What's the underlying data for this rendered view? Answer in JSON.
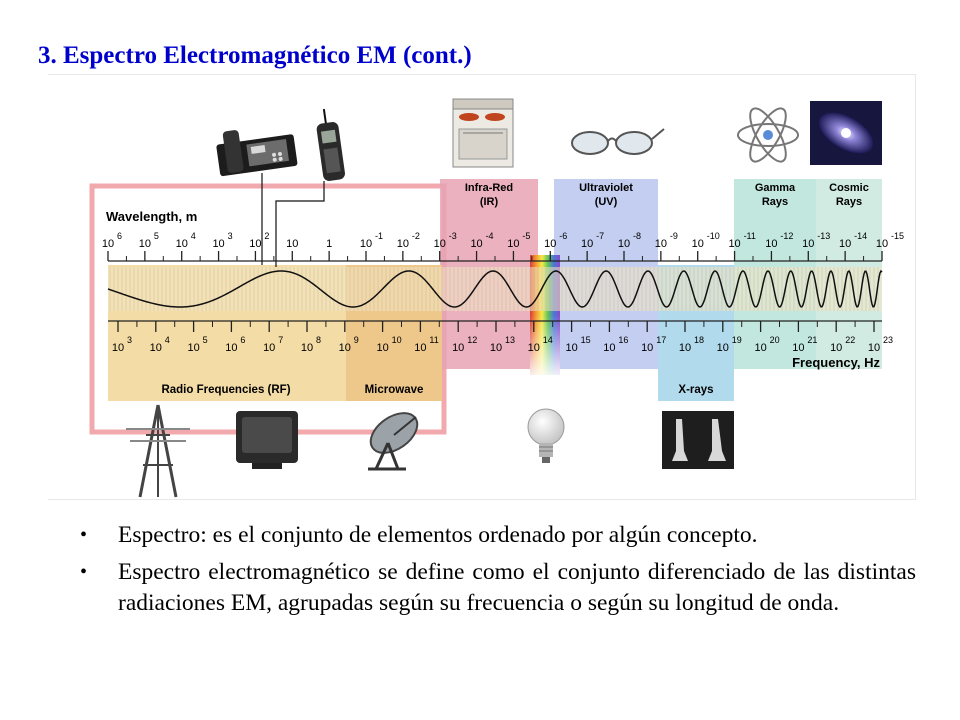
{
  "title": "3. Espectro Electromagnético EM (cont.)",
  "diagram": {
    "wavelength_label": "Wavelength, m",
    "frequency_label": "Frequency, Hz",
    "wavelength_ticks": [
      {
        "base": "10",
        "exp": "6"
      },
      {
        "base": "10",
        "exp": "5"
      },
      {
        "base": "10",
        "exp": "4"
      },
      {
        "base": "10",
        "exp": "3"
      },
      {
        "base": "10",
        "exp": "2"
      },
      {
        "base": "10",
        "exp": ""
      },
      {
        "base": "1",
        "exp": ""
      },
      {
        "base": "10",
        "exp": "-1"
      },
      {
        "base": "10",
        "exp": "-2"
      },
      {
        "base": "10",
        "exp": "-3"
      },
      {
        "base": "10",
        "exp": "-4"
      },
      {
        "base": "10",
        "exp": "-5"
      },
      {
        "base": "10",
        "exp": "-6"
      },
      {
        "base": "10",
        "exp": "-7"
      },
      {
        "base": "10",
        "exp": "-8"
      },
      {
        "base": "10",
        "exp": "-9"
      },
      {
        "base": "10",
        "exp": "-10"
      },
      {
        "base": "10",
        "exp": "-11"
      },
      {
        "base": "10",
        "exp": "-12"
      },
      {
        "base": "10",
        "exp": "-13"
      },
      {
        "base": "10",
        "exp": "-14"
      },
      {
        "base": "10",
        "exp": "-15"
      }
    ],
    "frequency_ticks": [
      {
        "base": "10",
        "exp": "3"
      },
      {
        "base": "10",
        "exp": "4"
      },
      {
        "base": "10",
        "exp": "5"
      },
      {
        "base": "10",
        "exp": "6"
      },
      {
        "base": "10",
        "exp": "7"
      },
      {
        "base": "10",
        "exp": "8"
      },
      {
        "base": "10",
        "exp": "9"
      },
      {
        "base": "10",
        "exp": "10"
      },
      {
        "base": "10",
        "exp": "11"
      },
      {
        "base": "10",
        "exp": "12"
      },
      {
        "base": "10",
        "exp": "13"
      },
      {
        "base": "10",
        "exp": "14"
      },
      {
        "base": "10",
        "exp": "15"
      },
      {
        "base": "10",
        "exp": "16"
      },
      {
        "base": "10",
        "exp": "17"
      },
      {
        "base": "10",
        "exp": "18"
      },
      {
        "base": "10",
        "exp": "19"
      },
      {
        "base": "10",
        "exp": "20"
      },
      {
        "base": "10",
        "exp": "21"
      },
      {
        "base": "10",
        "exp": "22"
      },
      {
        "base": "10",
        "exp": "23"
      }
    ],
    "regions": {
      "infrared": {
        "line1": "Infra-Red",
        "line2": "(IR)"
      },
      "ultraviolet": {
        "line1": "Ultraviolet",
        "line2": "(UV)"
      },
      "gamma": {
        "line1": "Gamma",
        "line2": "Rays"
      },
      "cosmic": {
        "line1": "Cosmic",
        "line2": "Rays"
      },
      "radio": "Radio Frequencies (RF)",
      "microwave": "Microwave",
      "xrays": "X-rays"
    },
    "colors": {
      "infrared": "#e8a3b4",
      "ultraviolet": "#b9c6ee",
      "gamma": "#b7e3d9",
      "radio": "#f3dca5",
      "microwave": "#edc88a",
      "xrays": "#a9d6ea",
      "frame": "#f2a9ae",
      "title": "#0000cc"
    },
    "illustrations": [
      "telephone-icon",
      "cell-phone-icon",
      "stove-icon",
      "glasses-icon",
      "atom-icon",
      "galaxy-icon",
      "radio-tower-icon",
      "television-icon",
      "satellite-dish-icon",
      "light-bulb-icon",
      "xray-film-icon"
    ]
  },
  "bullets": [
    "Espectro: es el conjunto de elementos ordenado por algún concepto.",
    "Espectro electromagnético se define como el conjunto diferenciado de las distintas radiaciones EM, agrupadas según su frecuencia o según su longitud de onda."
  ]
}
